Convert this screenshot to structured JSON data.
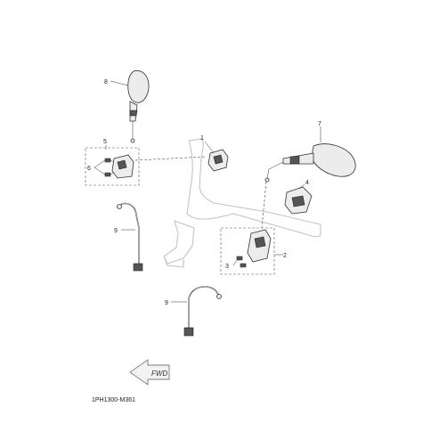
{
  "diagram": {
    "part_labels": [
      "8",
      "5",
      "6",
      "1",
      "7",
      "4",
      "9",
      "2",
      "3",
      "9"
    ],
    "fwd_label": "FWD",
    "diagram_code": "1PH1300-M361"
  }
}
